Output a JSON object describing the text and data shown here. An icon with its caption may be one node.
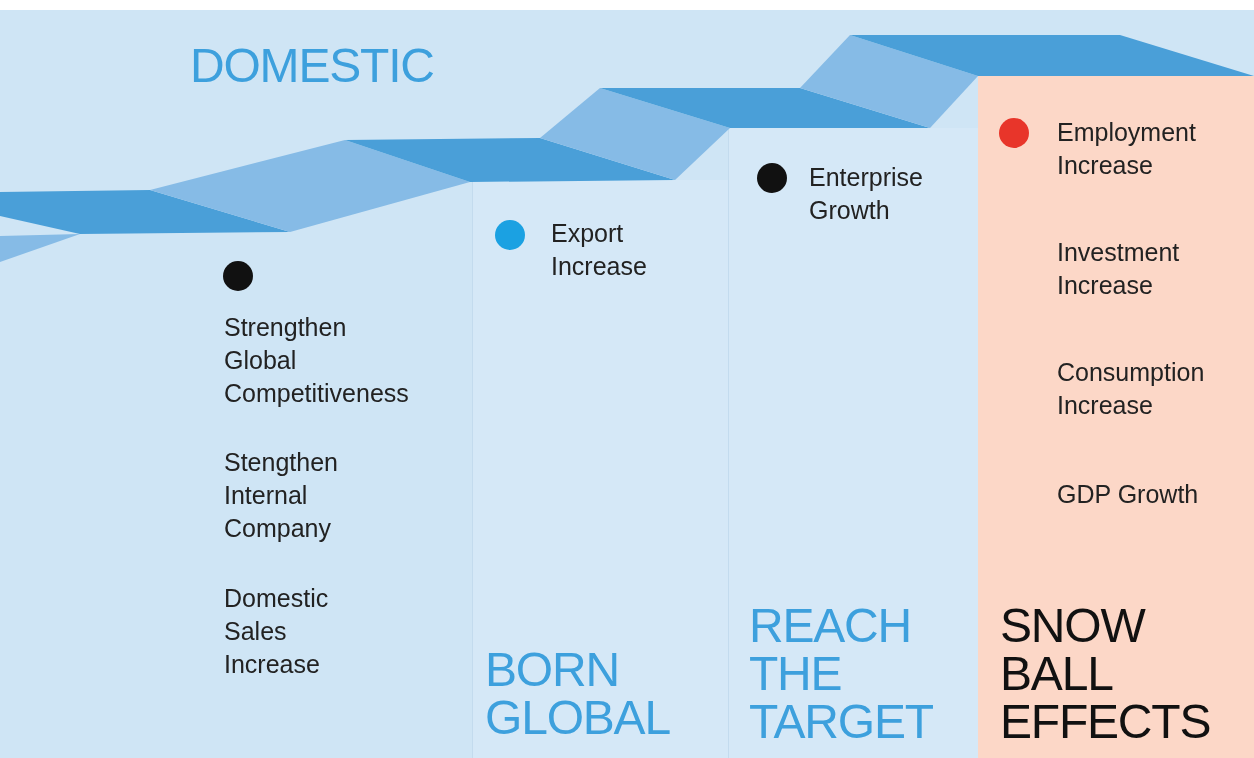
{
  "diagram": {
    "nodes": [
      {
        "text": [
          "DOMESTIC",
          "Strengthen Global Competitiveness",
          "Stengthen Internal Company",
          "Domestic Sales Increase"
        ]
      },
      {
        "text": [
          "Export Increase",
          "BORN GLOBAL"
        ]
      },
      {
        "text": [
          "Enterprise Growth",
          "REACH THE TARGET"
        ]
      },
      {
        "text": [
          "Employment Increase",
          "Investment Increase",
          "Consumption Increase",
          "GDP Growth",
          "SNOW BALL EFFECTS"
        ]
      }
    ]
  }
}
